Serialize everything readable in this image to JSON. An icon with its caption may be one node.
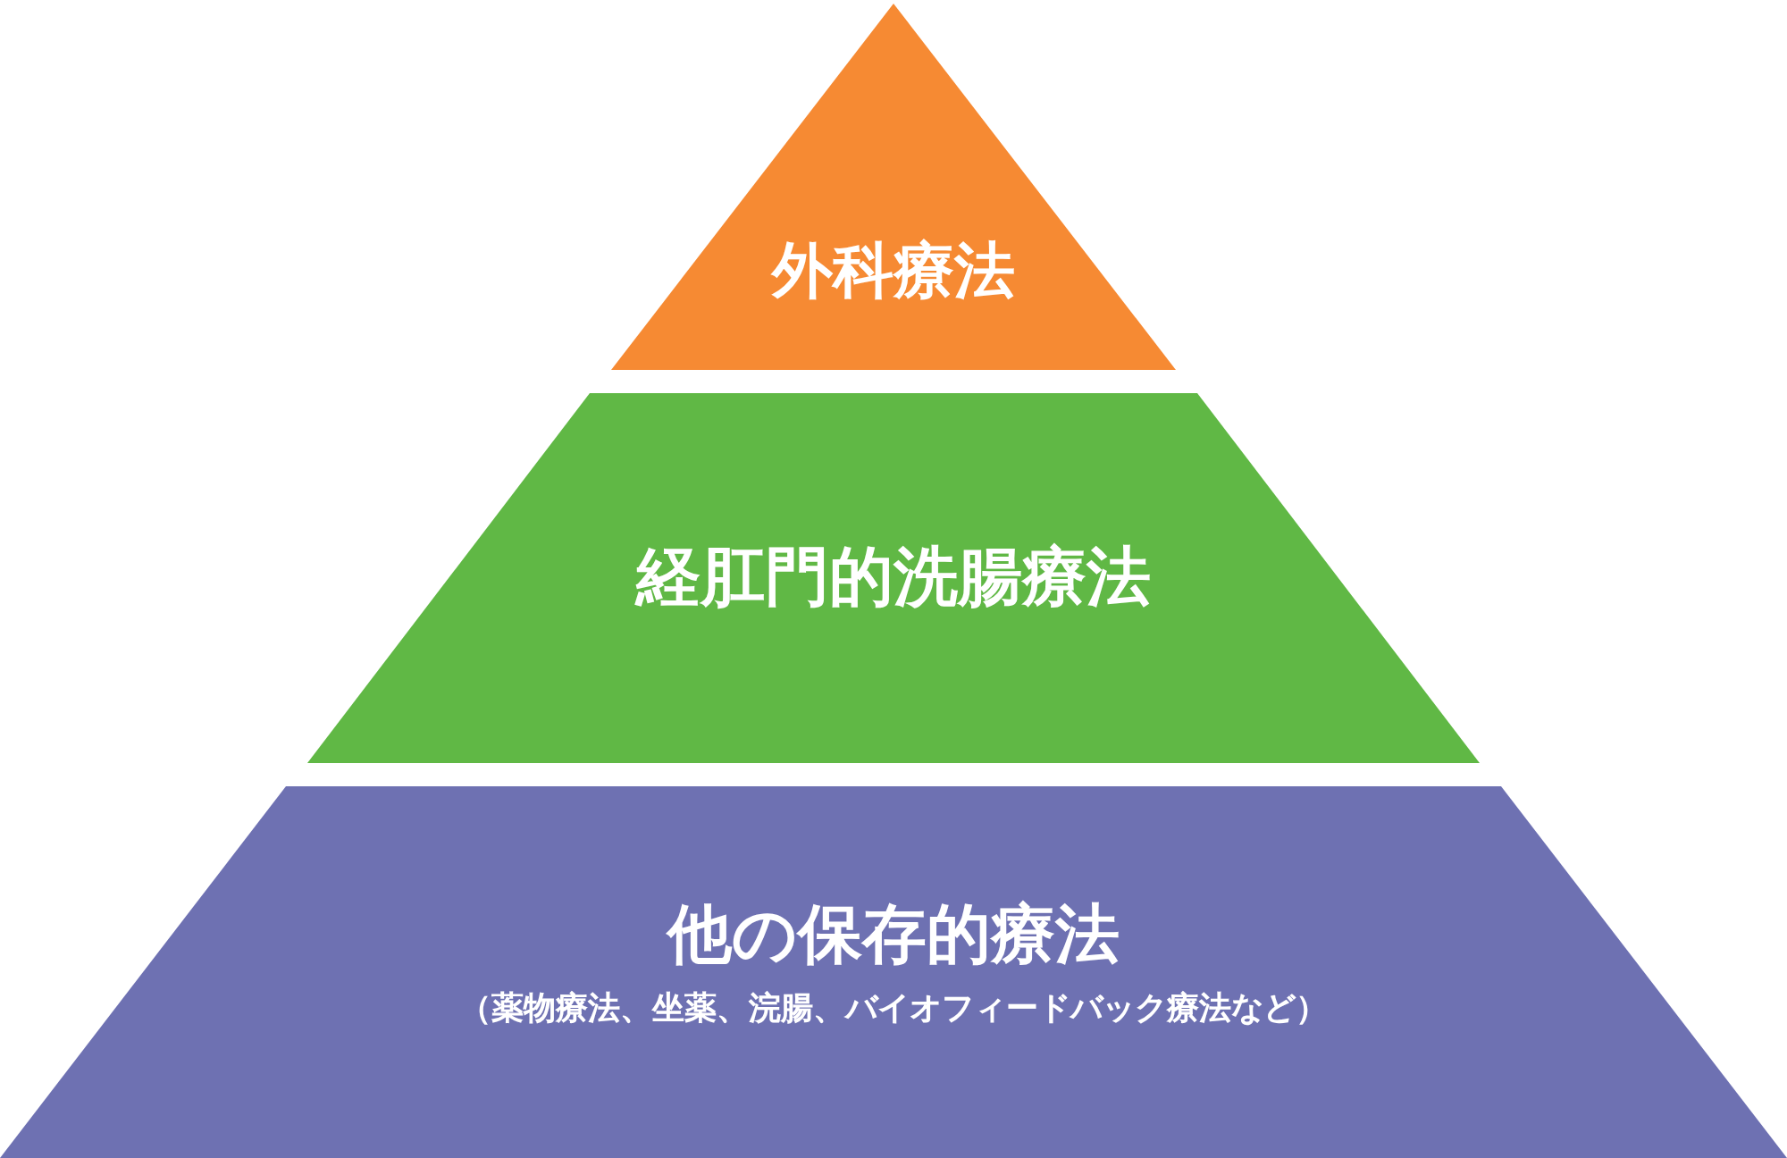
{
  "diagram": {
    "nodes": [
      {
        "text": [
          "外科療法"
        ]
      },
      {
        "text": [
          "経肛門的洗腸療法"
        ]
      },
      {
        "text": [
          "他の保存的療法",
          "（薬物療法、坐薬、浣腸、バイオフィードバック療法など）"
        ]
      }
    ]
  }
}
